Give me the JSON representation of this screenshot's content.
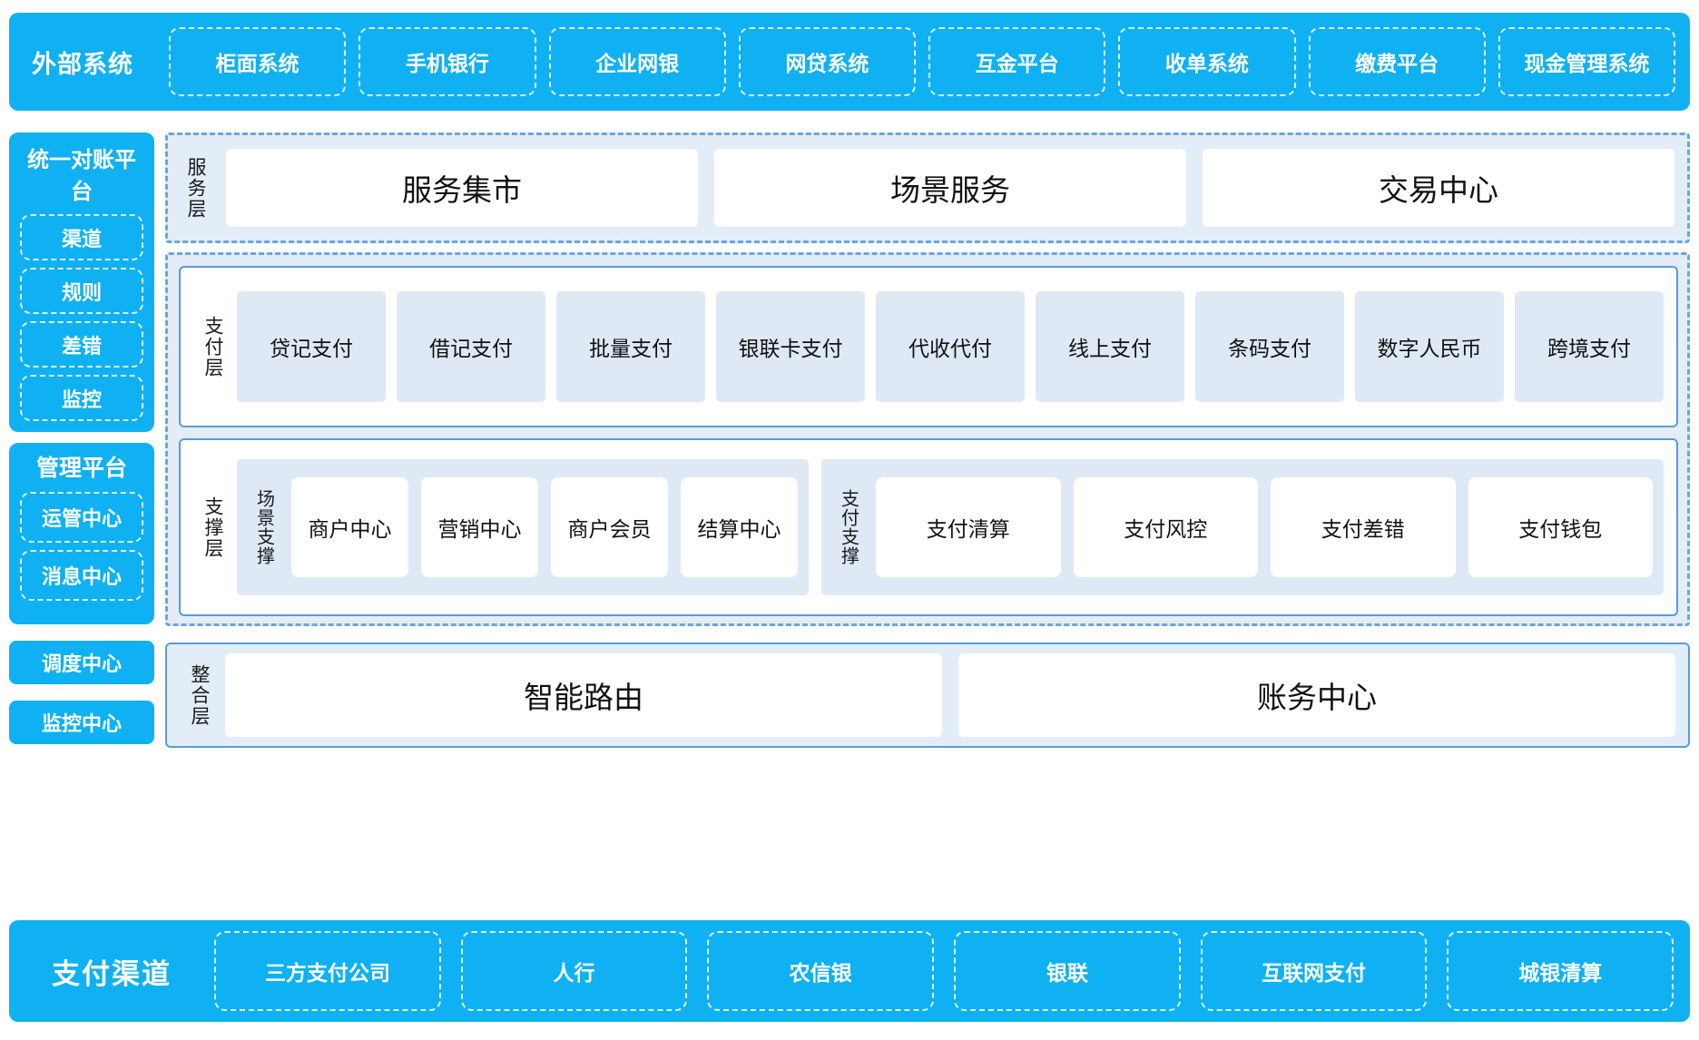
{
  "external": {
    "title": "外部系统",
    "items": [
      "柜面系统",
      "手机银行",
      "企业网银",
      "网贷系统",
      "互金平台",
      "收单系统",
      "缴费平台",
      "现金管理系统"
    ]
  },
  "left": {
    "recon": {
      "title": "统一对账平台",
      "items": [
        "渠道",
        "规则",
        "差错",
        "监控"
      ]
    },
    "manage": {
      "title": "管理平台",
      "items": [
        "运管中心",
        "消息中心"
      ]
    },
    "dispatch_center": "调度中心",
    "monitor_center": "监控中心"
  },
  "service_layer": {
    "label": "服务层",
    "items": [
      "服务集市",
      "场景服务",
      "交易中心"
    ]
  },
  "payment_layer": {
    "label": "支付层",
    "items": [
      "贷记支付",
      "借记支付",
      "批量支付",
      "银联卡支付",
      "代收代付",
      "线上支付",
      "条码支付",
      "数字人民币",
      "跨境支付"
    ]
  },
  "support_layer": {
    "label": "支撑层",
    "scene": {
      "label": "场景支撑",
      "items": [
        "商户中心",
        "营销中心",
        "商户会员",
        "结算中心"
      ]
    },
    "pay": {
      "label": "支付支撑",
      "items": [
        "支付清算",
        "支付风控",
        "支付差错",
        "支付钱包"
      ]
    }
  },
  "integration_layer": {
    "label": "整合层",
    "items": [
      "智能路由",
      "账务中心"
    ]
  },
  "channels": {
    "title": "支付渠道",
    "items": [
      "三方支付公司",
      "人行",
      "农信银",
      "银联",
      "互联网支付",
      "城银清算"
    ]
  },
  "colors": {
    "brand_blue": "#0fb1f2",
    "dash_border": "#6ba6de",
    "panel_bg": "#e3edf8",
    "cell_bg": "#dfe9f5",
    "card_border": "#5b9bd5"
  }
}
